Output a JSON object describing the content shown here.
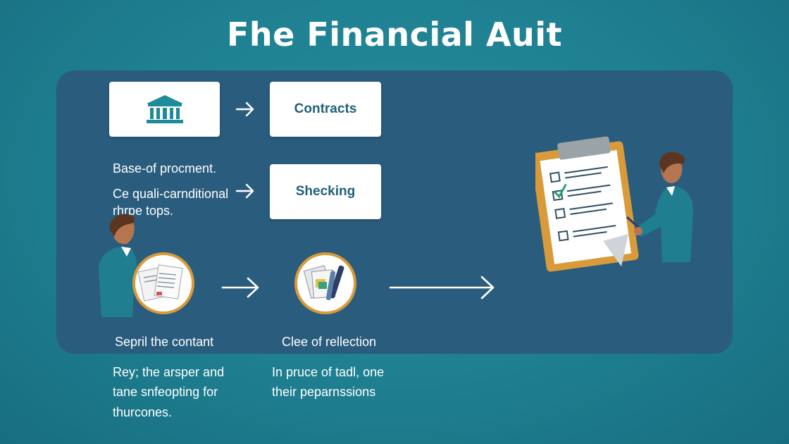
{
  "title": "Fhe Financial Auit",
  "colors": {
    "background": "#1e7f90",
    "panel": "#2a5c7e",
    "card_text": "#22607a",
    "accent_orange": "#d99a3a"
  },
  "icons": [
    "bank-icon",
    "arrow-right-icon",
    "documents-icon",
    "papers-pen-icon",
    "clipboard-checklist-icon",
    "person-icon"
  ],
  "cards": [
    {
      "label": ""
    },
    {
      "label": "Contracts"
    },
    {
      "label": "Shecking"
    }
  ],
  "left_texts": {
    "line1": "Base-of procment.",
    "line2": "Ce quali-carnditional",
    "line3": "rhrpe tops."
  },
  "steps": [
    {
      "caption": "Sepril the contant"
    },
    {
      "caption": "Clee of rellection"
    }
  ],
  "notes": [
    {
      "lines": [
        "Rey; the arsper and",
        "tane snfeopting for",
        "thurcones."
      ]
    },
    {
      "lines": [
        "In pruce of tadl, one",
        "their peparnssions"
      ]
    }
  ]
}
